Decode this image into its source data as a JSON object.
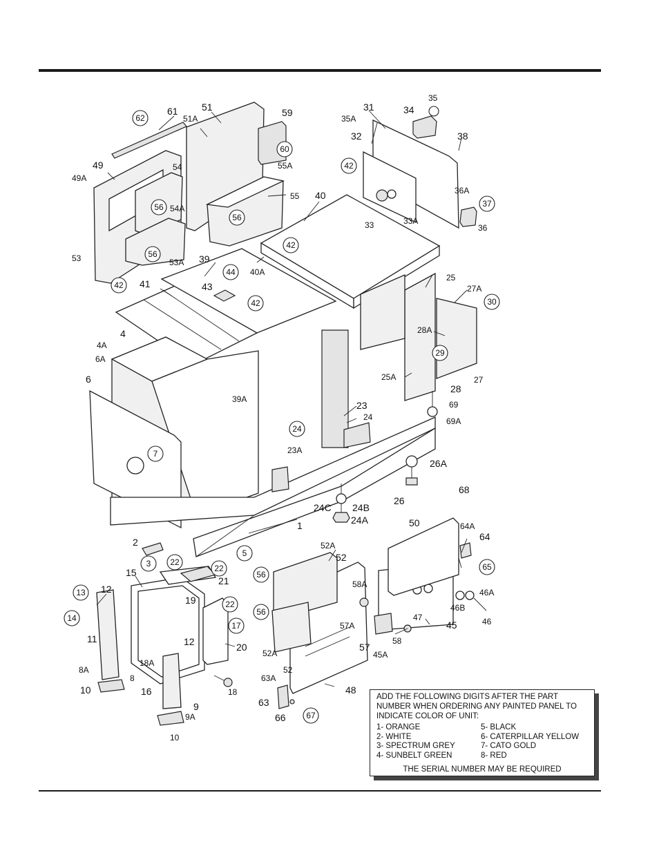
{
  "color_note": {
    "heading": "ADD THE FOLLOWING DIGITS AFTER THE PART NUMBER WHEN ORDERING ANY PAINTED PANEL TO INDICATE COLOR OF UNIT:",
    "colors": [
      "1- ORANGE",
      "2- WHITE",
      "3- SPECTRUM GREY",
      "4- SUNBELT GREEN",
      "5- BLACK",
      "6- CATERPILLAR YELLOW",
      "7- CATO GOLD",
      "8- RED"
    ],
    "footer": "THE SERIAL NUMBER MAY BE REQUIRED"
  },
  "callouts": {
    "c62": "62",
    "c56a": "56",
    "c60": "60",
    "c56b": "56",
    "c56c": "56",
    "c42a": "42",
    "c42b": "42",
    "c44": "44",
    "c42c": "42",
    "c42d": "42",
    "c35": "35",
    "c37": "37",
    "c30": "30",
    "c29": "29",
    "c7": "7",
    "c24": "24",
    "c5": "5",
    "c3": "3",
    "c22a": "22",
    "c22b": "22",
    "c22c": "22",
    "c13": "13",
    "c14": "14",
    "c17": "17",
    "c56d": "56",
    "c56e": "56",
    "c65": "65",
    "c67": "67"
  },
  "labels": {
    "l61": "61",
    "l51": "51",
    "l51a": "51A",
    "l59": "59",
    "l49": "49",
    "l49a": "49A",
    "l54": "54",
    "l54a": "54A",
    "l55a": "55A",
    "l55": "55",
    "l53": "53",
    "l53a": "53A",
    "l39": "39",
    "l41": "41",
    "l43": "43",
    "l40": "40",
    "l40a": "40A",
    "l4": "4",
    "l4a": "4A",
    "l6a": "6A",
    "l6": "6",
    "l39a": "39A",
    "l31": "31",
    "l34": "34",
    "l35a": "35A",
    "l32": "32",
    "l38": "38",
    "l36a": "36A",
    "l33": "33",
    "l33a": "33A",
    "l36": "36",
    "l25": "25",
    "l27a": "27A",
    "l28a": "28A",
    "l25a": "25A",
    "l27": "27",
    "l28": "28",
    "l69": "69",
    "l69a": "69A",
    "l23": "23",
    "l24t": "24",
    "l23a": "23A",
    "l26a": "26A",
    "l26": "26",
    "l24c": "24C",
    "l24b": "24B",
    "l24a": "24A",
    "l1": "1",
    "l2": "2",
    "l68": "68",
    "l50": "50",
    "l64a": "64A",
    "l64": "64",
    "l52a": "52A",
    "l52": "52",
    "l15": "15",
    "l21": "21",
    "l19": "19",
    "l12": "12",
    "l12b": "12",
    "l11": "11",
    "l8a": "8A",
    "l8": "8",
    "l10": "10",
    "l10b": "10",
    "l18a": "18A",
    "l16": "16",
    "l18": "18",
    "l9": "9",
    "l9a": "9A",
    "l20": "20",
    "l58a": "58A",
    "l57a": "57A",
    "l57": "57",
    "l58": "58",
    "l45a": "45A",
    "l47": "47",
    "l45": "45",
    "l46b": "46B",
    "l46a": "46A",
    "l46": "46",
    "l52b": "52A",
    "l52c": "52",
    "l48": "48",
    "l63a": "63A",
    "l63": "63",
    "l66": "66"
  }
}
